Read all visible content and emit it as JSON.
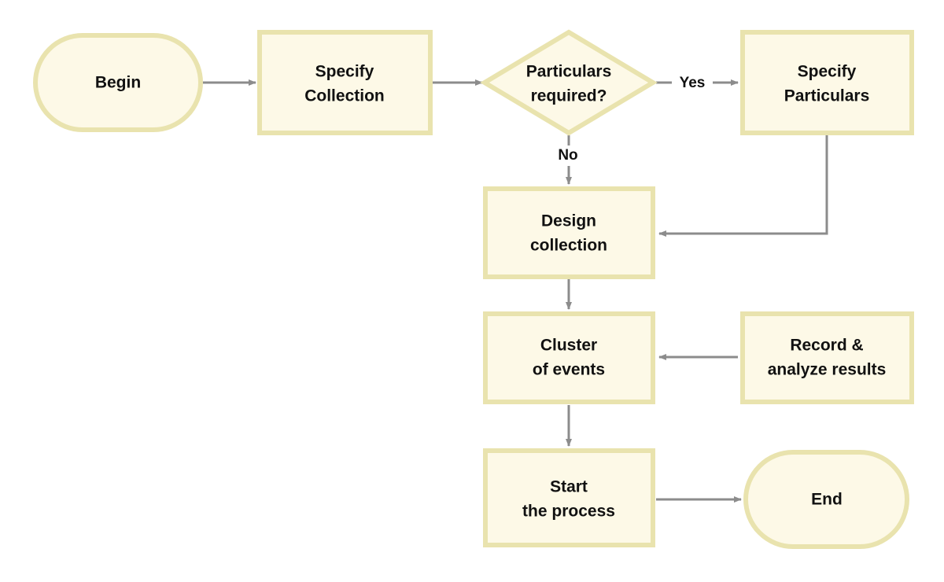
{
  "diagram": {
    "type": "flowchart",
    "title": "",
    "background_color": "#ffffff",
    "node_fill_color": "#fdf9e7",
    "node_border_color": "#e9e3ae",
    "edge_color": "#8c8c8c",
    "text_color": "#111111",
    "nodes": [
      {
        "id": "begin",
        "shape": "stadium",
        "label": "Begin",
        "line1": "Begin",
        "line2": ""
      },
      {
        "id": "specify_collection",
        "shape": "rect",
        "label": "Specify Collection",
        "line1": "Specify",
        "line2": "Collection"
      },
      {
        "id": "particulars_required",
        "shape": "diamond",
        "label": "Particulars required?",
        "line1": "Particulars",
        "line2": "required?"
      },
      {
        "id": "specify_particulars",
        "shape": "rect",
        "label": "Specify Particulars",
        "line1": "Specify",
        "line2": "Particulars"
      },
      {
        "id": "design_collection",
        "shape": "rect",
        "label": "Design collection",
        "line1": "Design",
        "line2": "collection"
      },
      {
        "id": "cluster_of_events",
        "shape": "rect",
        "label": "Cluster of events",
        "line1": "Cluster",
        "line2": "of events"
      },
      {
        "id": "record_analyze",
        "shape": "rect",
        "label": "Record & analyze results",
        "line1": "Record &",
        "line2": "analyze results"
      },
      {
        "id": "start_the_process",
        "shape": "rect",
        "label": "Start the process",
        "line1": "Start",
        "line2": "the process"
      },
      {
        "id": "end",
        "shape": "stadium",
        "label": "End",
        "line1": "End",
        "line2": ""
      }
    ],
    "edges": [
      {
        "from": "begin",
        "to": "specify_collection",
        "label": ""
      },
      {
        "from": "specify_collection",
        "to": "particulars_required",
        "label": ""
      },
      {
        "from": "particulars_required",
        "to": "specify_particulars",
        "label": "Yes"
      },
      {
        "from": "particulars_required",
        "to": "design_collection",
        "label": "No"
      },
      {
        "from": "specify_particulars",
        "to": "design_collection",
        "label": ""
      },
      {
        "from": "design_collection",
        "to": "cluster_of_events",
        "label": ""
      },
      {
        "from": "record_analyze",
        "to": "cluster_of_events",
        "label": ""
      },
      {
        "from": "cluster_of_events",
        "to": "start_the_process",
        "label": ""
      },
      {
        "from": "start_the_process",
        "to": "end",
        "label": ""
      }
    ],
    "edge_labels": {
      "yes": "Yes",
      "no": "No"
    }
  }
}
